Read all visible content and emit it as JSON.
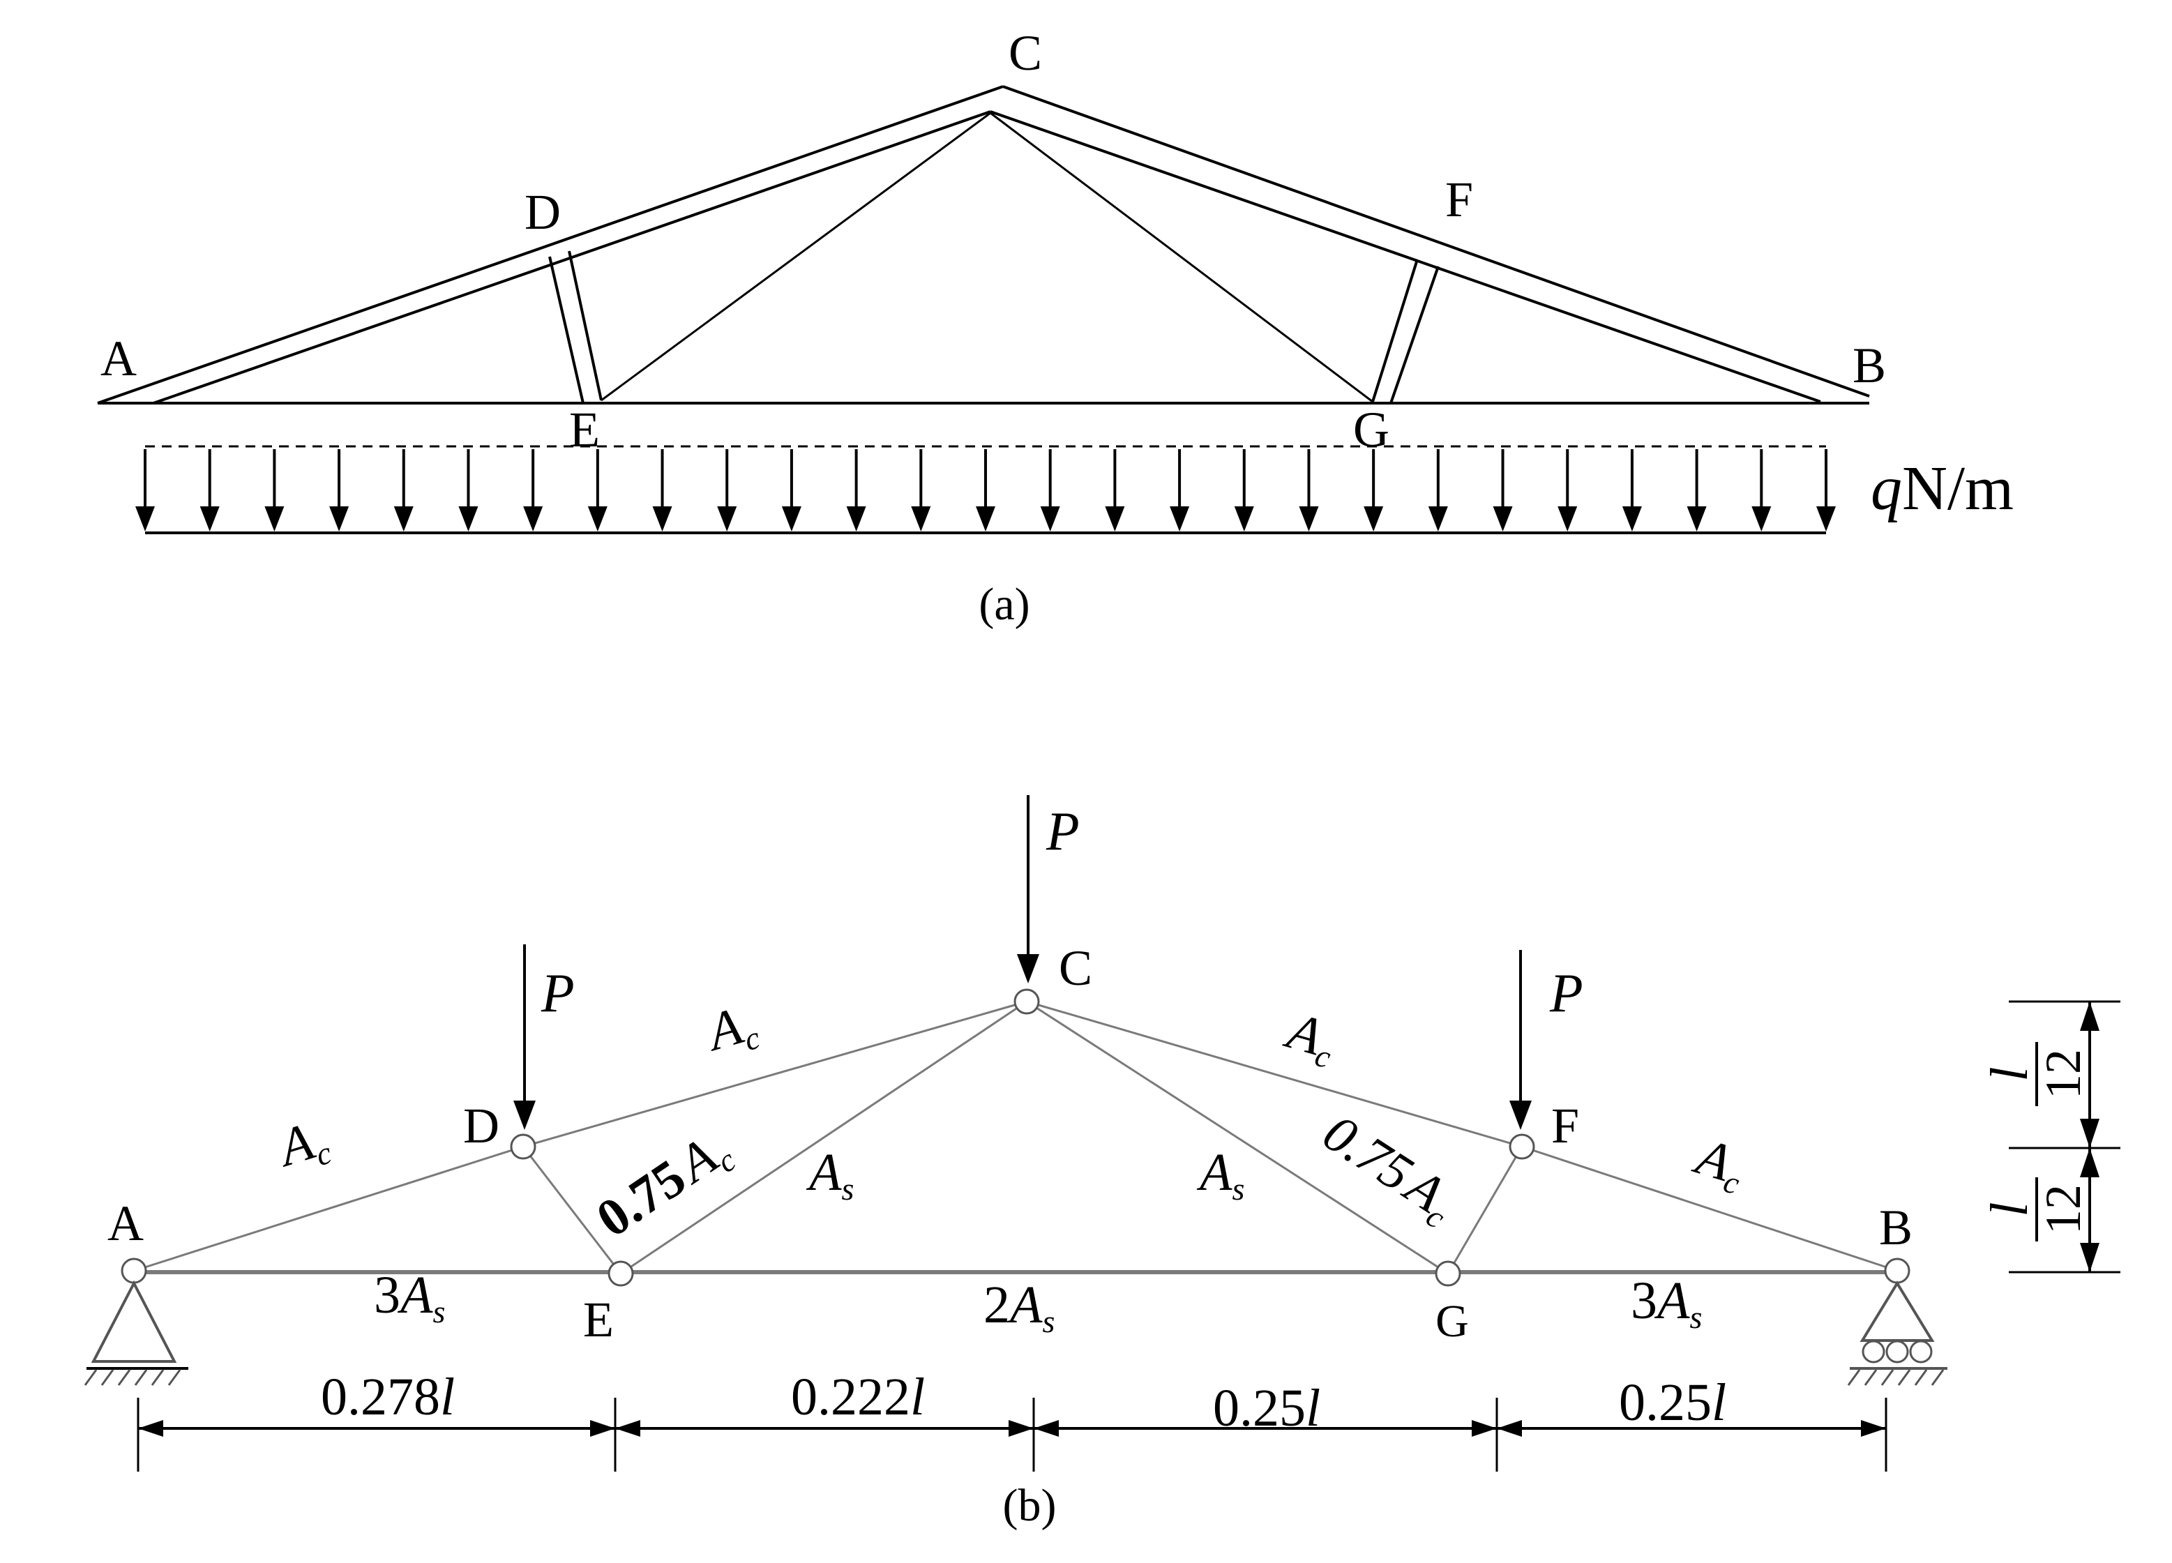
{
  "figure_a": {
    "caption": "(a)",
    "nodes": {
      "A": "A",
      "B": "B",
      "C": "C",
      "D": "D",
      "E": "E",
      "F": "F",
      "G": "G"
    },
    "load": {
      "symbol": "q",
      "unit": "N/m"
    }
  },
  "figure_b": {
    "caption": "(b)",
    "nodes": {
      "A": "A",
      "B": "B",
      "C": "C",
      "D": "D",
      "E": "E",
      "F": "F",
      "G": "G"
    },
    "loads": {
      "P_D": "P",
      "P_C": "P",
      "P_F": "P"
    },
    "members": {
      "AD": {
        "coef": "",
        "sym": "A",
        "sub": "c"
      },
      "DC": {
        "coef": "",
        "sym": "A",
        "sub": "c"
      },
      "CF": {
        "coef": "",
        "sym": "A",
        "sub": "c"
      },
      "FB": {
        "coef": "",
        "sym": "A",
        "sub": "c"
      },
      "DE": {
        "coef": "0.75",
        "sym": "A",
        "sub": "c"
      },
      "FG": {
        "coef": "0.75",
        "sym": "A",
        "sub": "c"
      },
      "EC": {
        "coef": "",
        "sym": "A",
        "sub": "s"
      },
      "CG": {
        "coef": "",
        "sym": "A",
        "sub": "s"
      },
      "AE": {
        "coef": "3",
        "sym": "A",
        "sub": "s"
      },
      "EG": {
        "coef": "2",
        "sym": "A",
        "sub": "s"
      },
      "GB": {
        "coef": "3",
        "sym": "A",
        "sub": "s"
      }
    },
    "horizontal_dims": [
      {
        "coef": "0.278",
        "var": "l"
      },
      {
        "coef": "0.222",
        "var": "l"
      },
      {
        "coef": "0.25",
        "var": "l"
      },
      {
        "coef": "0.25",
        "var": "l"
      }
    ],
    "vertical_dims": [
      {
        "num": "l",
        "den": "12"
      },
      {
        "num": "l",
        "den": "12"
      }
    ]
  }
}
